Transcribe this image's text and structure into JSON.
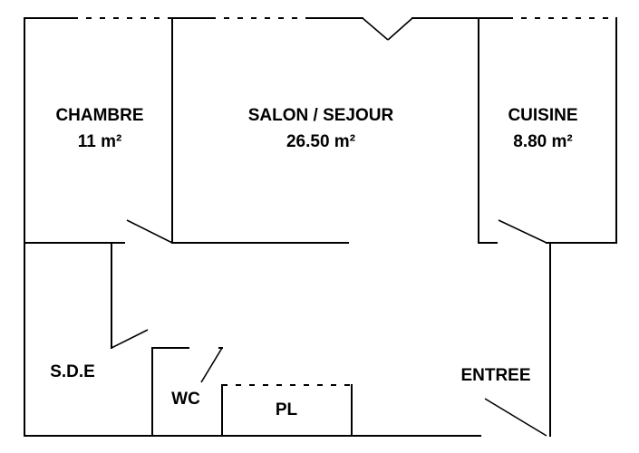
{
  "rooms": {
    "chambre": {
      "name": "CHAMBRE",
      "area": "11 m²"
    },
    "salon": {
      "name": "SALON / SEJOUR",
      "area": "26.50 m²"
    },
    "cuisine": {
      "name": "CUISINE",
      "area": "8.80 m²"
    },
    "sde": {
      "name": "S.D.E"
    },
    "wc": {
      "name": "WC"
    },
    "pl": {
      "name": "PL"
    },
    "entree": {
      "name": "ENTREE"
    }
  },
  "colors": {
    "wall": "#000000",
    "background": "#ffffff"
  }
}
